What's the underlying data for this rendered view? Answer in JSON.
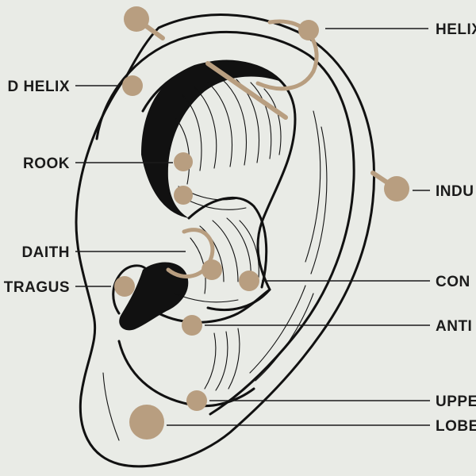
{
  "colors": {
    "background": "#e9ebe6",
    "jewelry": "#b89e80",
    "ink": "#111111"
  },
  "labels": {
    "helix": "HELIX",
    "forward_helix": "D HELIX",
    "industrial": "INDU",
    "rook": "ROOK",
    "daith": "DAITH",
    "tragus": "TRAGUS",
    "conch": "CON",
    "anti_tragus": "ANTI",
    "upper_lobe": "UPPE",
    "lobe": "LOBE"
  }
}
